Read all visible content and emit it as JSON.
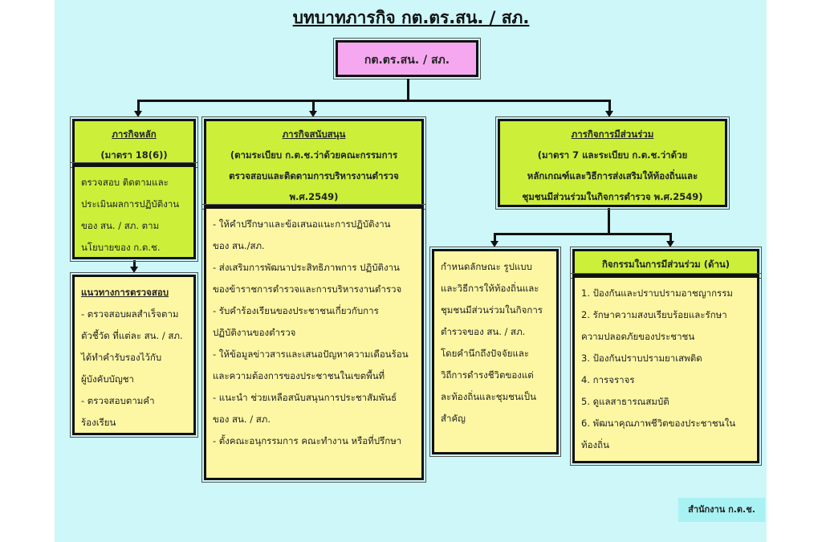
{
  "title": "บทบาทภารกิจ กต.ตร.สน. / สภ.",
  "root": "กต.ตร.สน. / สภ.",
  "main_mission": {
    "heading": "ภารกิจหลัก",
    "sub": "(มาตรา 18(6))",
    "body": [
      "ตรวจสอบ ติดตามและ",
      "ประเมินผลการปฏิบัติงาน",
      "ของ สน. / สภ.   ตาม",
      "นโยบายของ ก.ต.ช."
    ]
  },
  "inspection": {
    "heading": "แนวทางการตรวจสอบ",
    "body": [
      "- ตรวจสอบผลสำเร็จตาม",
      "ตัวชี้วัด ที่แต่ละ สน. / สภ.",
      "ได้ทำคำรับรองไว้กับ",
      "ผู้บังคับบัญชา",
      "- ตรวจสอบตามคำ",
      "ร้องเรียน"
    ]
  },
  "support_mission": {
    "heading": "ภารกิจสนับสนุน",
    "sub": [
      "(ตามระเบียบ ก.ต.ช.ว่าด้วยคณะกรรมการ",
      "ตรวจสอบและติดตามการบริหารงานตำรวจ",
      "พ.ศ.2549)"
    ],
    "body": [
      "- ให้คำปรึกษาและข้อเสนอแนะการปฏิบัติงาน",
      "ของ สน./สภ.",
      "- ส่งเสริมการพัฒนาประสิทธิภาพการ ปฏิบัติงาน",
      "ของข้าราชการตำรวจและการบริหารงานตำรวจ",
      "- รับคำร้องเรียนของประชาชนเกี่ยวกับการ",
      "ปฏิบัติงานของตำรวจ",
      "- ให้ข้อมูลข่าวสารและเสนอปัญหาความเดือนร้อน",
      "และความต้องการของประชาชนในเขตพื้นที่",
      "- แนะนำ ช่วยเหลือสนับสนุนการประชาสัมพันธ์",
      "ของ สน. / สภ.",
      "- ตั้งคณะอนุกรรมการ คณะทำงาน หรือที่ปรึกษา"
    ]
  },
  "participation_mission": {
    "heading": "ภารกิจการมีส่วนร่วม",
    "sub": [
      "(มาตรา 7 และระเบียบ ก.ต.ช.ว่าด้วย",
      "หลักเกณฑ์และวิธีการส่งเสริมให้ท้องถิ่นและ",
      "ชุมชนมีส่วนร่วมในกิจการตำรวจ พ.ศ.2549)"
    ]
  },
  "participation_form": {
    "body": [
      "กำหนดลักษณะ รูปแบบ",
      "และวิธีการให้ท้องถิ่นและ",
      "ชุมชนมีส่วนร่วมในกิจการ",
      "ตำรวจของ สน. / สภ.",
      "โดยคำนึกถึงปัจจัยและ",
      "วิถีการดำรงชีวิตของแต่",
      "ละท้องถิ่นและชุมชนเป็น",
      "สำคัญ"
    ]
  },
  "activities": {
    "heading": "กิจกรรมในการมีส่วนร่วม (ด้าน)",
    "body": [
      "1. ป้องกันและปราบปรามอาชญากรรม",
      "2. รักษาความสงบเรียบร้อยและรักษา",
      "ความปลอดภัยของประชาชน",
      "3. ป้องกันปราบปรามยาเสพติด",
      "4. การจราจร",
      "5. ดูแลสาธารณสมบัติ",
      "6. พัฒนาคุณภาพชีวิตของประชาชนใน",
      "ท้องถิ่น"
    ]
  },
  "footer": "สำนักงาน ก.ต.ช.",
  "colors": {
    "background": "#cdf7f9",
    "header_green": "#ccf03a",
    "body_yellow": "#fdf7a3",
    "root_pink": "#f5a8f0"
  }
}
